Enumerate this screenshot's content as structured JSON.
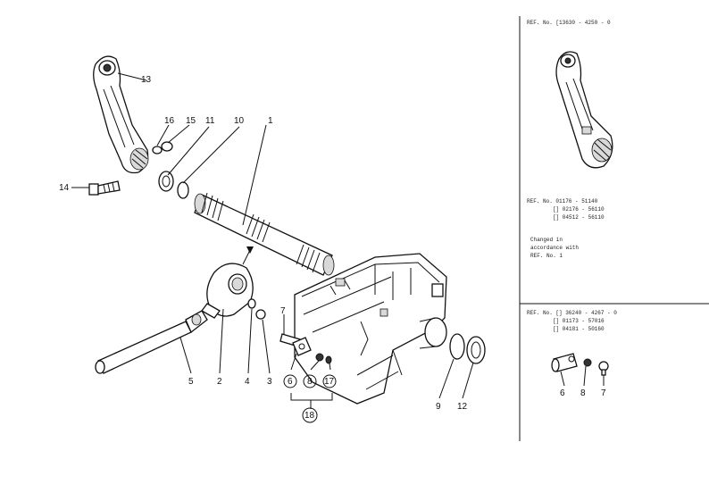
{
  "callouts": {
    "c1": "1",
    "c2": "2",
    "c3": "3",
    "c4": "4",
    "c5": "5",
    "c6": "6",
    "c7": "7",
    "c8": "8",
    "c9": "9",
    "c10": "10",
    "c11": "11",
    "c12": "12",
    "c13": "13",
    "c14": "14",
    "c15": "15",
    "c16": "16",
    "c17": "17",
    "c18": "18"
  },
  "side_panel": {
    "ref_top": "REF. No. [13630 - 4250 - 0",
    "ref_mid": [
      "REF. No. 01176 - 51140",
      "[] 02176 - 56110",
      "[] 04512 - 56110"
    ],
    "note": [
      "Changed in",
      "accordance with",
      "REF. No. 1"
    ],
    "ref_bottom": [
      "REF. No. [] 36240 - 4267 - 0",
      "[] 01173 - 57016",
      "[] 04181 - 50160"
    ],
    "labels": {
      "l6": "6",
      "l8": "8",
      "l7": "7"
    }
  }
}
